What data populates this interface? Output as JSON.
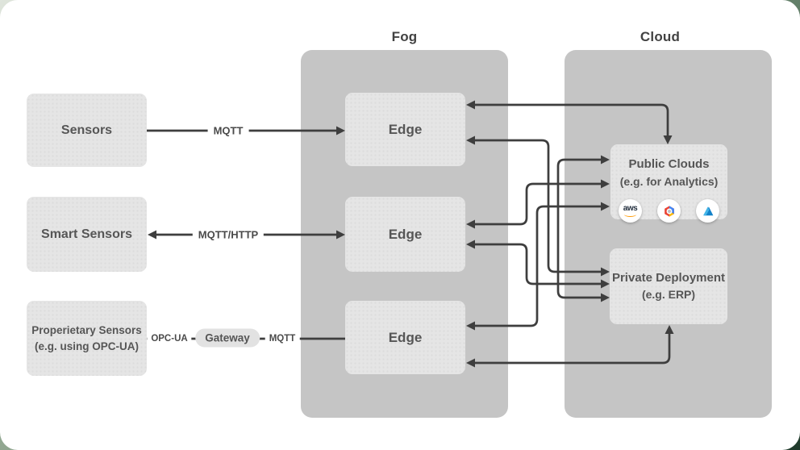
{
  "titles": {
    "fog": "Fog",
    "cloud": "Cloud"
  },
  "nodes": {
    "sensors": {
      "label": "Sensors"
    },
    "smart_sensors": {
      "label": "Smart Sensors"
    },
    "proprietary_sensors": {
      "label": "Properietary Sensors",
      "sublabel": "(e.g. using OPC-UA)"
    },
    "edge1": {
      "label": "Edge"
    },
    "edge2": {
      "label": "Edge"
    },
    "edge3": {
      "label": "Edge"
    },
    "gateway": {
      "label": "Gateway"
    },
    "public_clouds": {
      "label": "Public Clouds",
      "sublabel": "(e.g. for Analytics)",
      "icons": [
        {
          "name": "aws-icon",
          "text": "aws"
        },
        {
          "name": "google-cloud-icon"
        },
        {
          "name": "azure-icon"
        }
      ]
    },
    "private_deployment": {
      "label": "Private Deployment",
      "sublabel": "(e.g. ERP)"
    }
  },
  "wire_labels": {
    "mqtt_top": "MQTT",
    "mqtt_http": "MQTT/HTTP",
    "opc_ua": "OPC-UA",
    "mqtt_bottom": "MQTT"
  },
  "colors": {
    "container": "#c5c5c5",
    "node": "#e5e5e5",
    "wire": "#3e3e3e",
    "aws_orange": "#ff9900",
    "gcp_red": "#ea4335",
    "gcp_blue": "#4285f4",
    "gcp_yellow": "#fbbc05",
    "azure_blue": "#1382c9",
    "backdrop_green": "#1f3a2b"
  }
}
